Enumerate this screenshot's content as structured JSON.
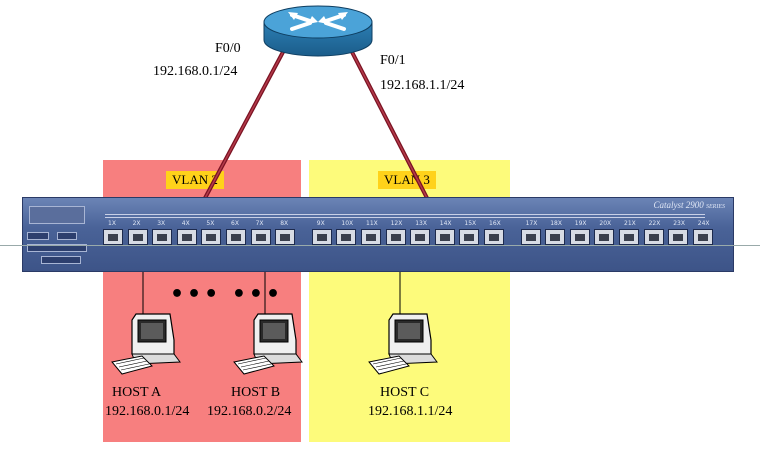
{
  "router": {
    "icon": "router-icon",
    "interfaces": [
      {
        "name": "F0/0",
        "ip": "192.168.0.1/24"
      },
      {
        "name": "F0/1",
        "ip": "192.168.1.1/24"
      }
    ]
  },
  "vlans": [
    {
      "label": "VLAN 2",
      "color": "#f77f7f"
    },
    {
      "label": "VLAN 3",
      "color": "#fdfb7b"
    }
  ],
  "switch": {
    "brand": "Catalyst 2900",
    "series": "SERIES",
    "ports": [
      "1X",
      "2X",
      "3X",
      "4X",
      "5X",
      "6X",
      "7X",
      "8X",
      "9X",
      "10X",
      "11X",
      "12X",
      "13X",
      "14X",
      "15X",
      "16X",
      "17X",
      "18X",
      "19X",
      "20X",
      "21X",
      "22X",
      "23X",
      "24X"
    ]
  },
  "hosts": [
    {
      "name": "HOST A",
      "ip": "192.168.0.1/24",
      "icon": "computer-icon"
    },
    {
      "name": "HOST B",
      "ip": "192.168.0.2/24",
      "icon": "computer-icon"
    },
    {
      "name": "HOST C",
      "ip": "192.168.1.1/24",
      "icon": "computer-icon"
    }
  ],
  "ellipsis": "••• •••",
  "colors": {
    "link": "#8b1a2b",
    "switch": "#4a6398"
  }
}
